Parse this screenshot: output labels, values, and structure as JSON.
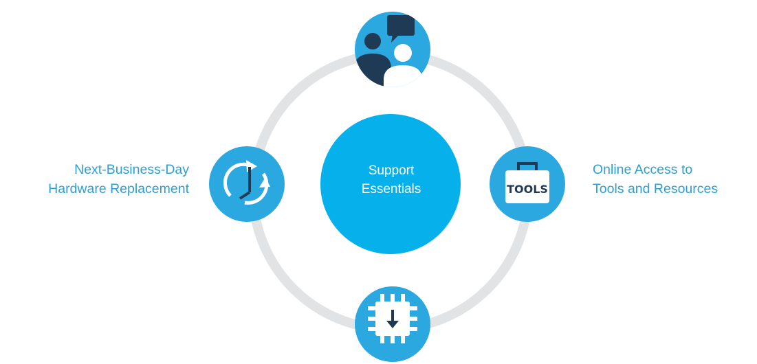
{
  "center": {
    "line1": "Support",
    "line2": "Essentials"
  },
  "nodes": [
    {
      "position": "top",
      "icon": "people-chat-icon",
      "label_lines": []
    },
    {
      "position": "left",
      "icon": "clock-refresh-icon",
      "label_lines": [
        "Next-Business-Day",
        "Hardware Replacement"
      ]
    },
    {
      "position": "right",
      "icon": "tools-box-icon",
      "label_lines": [
        "Online Access to",
        "Tools and Resources"
      ]
    },
    {
      "position": "bottom",
      "icon": "chip-download-icon",
      "label_lines": []
    }
  ],
  "tools_icon_text": "TOOLS",
  "colors": {
    "ring": "#e2e3e5",
    "center": "#06b1eb",
    "node": "#2aa8df",
    "node_dark": "#1f3a55",
    "label": "#2d9fd0",
    "white": "#ffffff"
  }
}
